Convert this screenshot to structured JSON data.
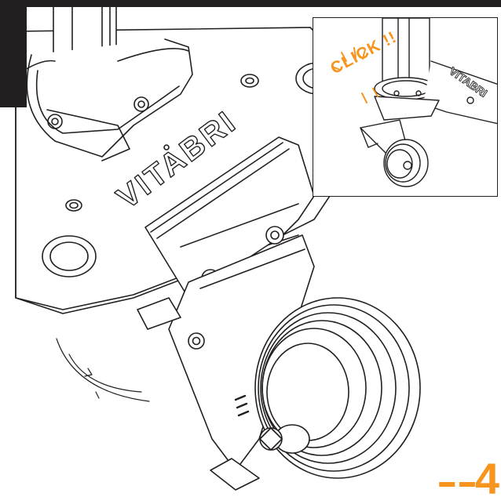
{
  "brand_text": "VITABRI",
  "inset": {
    "callout": "CLICK !!",
    "brand_text": "VITABRI"
  },
  "step": {
    "number": "4",
    "prefix_marks": "▬ ▬"
  },
  "colors": {
    "ink": "#231f20",
    "accent": "#f7941d",
    "paper": "#ffffff"
  }
}
